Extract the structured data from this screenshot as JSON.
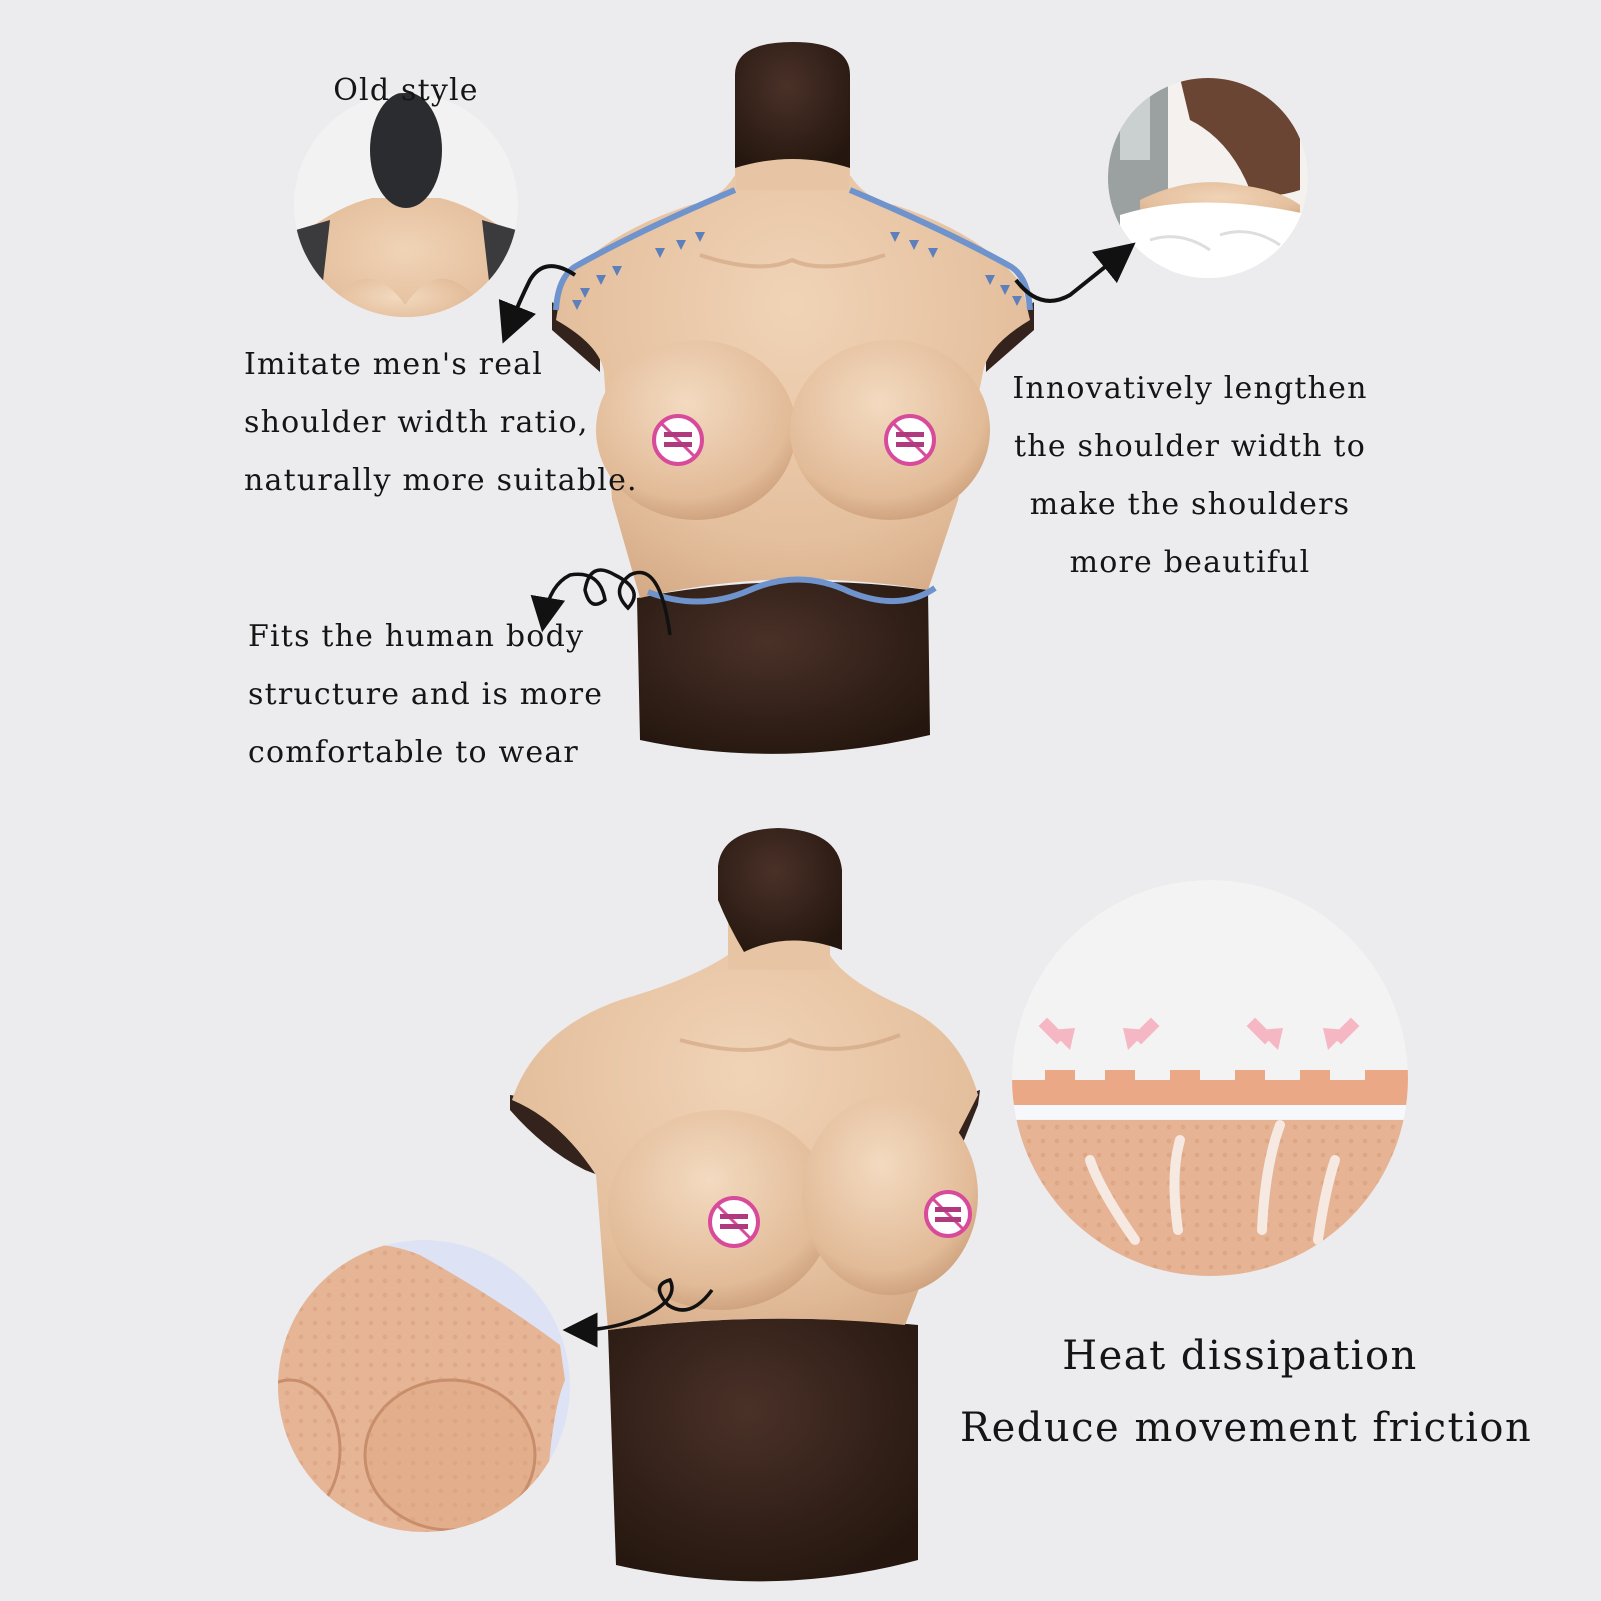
{
  "colors": {
    "background": "#ececee",
    "skin": "#e9c8a8",
    "skin_shade": "#d6ab88",
    "dark_part": "#2e1f1a",
    "outline_blue": "#6f93cc",
    "text": "#151515"
  },
  "top": {
    "old_style_label": "Old style",
    "left_caption": [
      "Imitate men's real",
      "shoulder width ratio,",
      "naturally more suitable."
    ],
    "right_caption": [
      "Innovatively lengthen",
      "the shoulder width to",
      "make the shoulders",
      "more beautiful"
    ],
    "waist_caption": [
      "Fits the human body",
      "structure and is more",
      "comfortable to wear"
    ]
  },
  "bottom": {
    "feature_1": "Heat dissipation",
    "feature_2": "Reduce movement friction"
  },
  "icons": [
    "arrow-curved-icon",
    "arrow-spiral-icon",
    "censor-mark-icon",
    "heat-arrow-icon",
    "skin-texture-icon"
  ]
}
